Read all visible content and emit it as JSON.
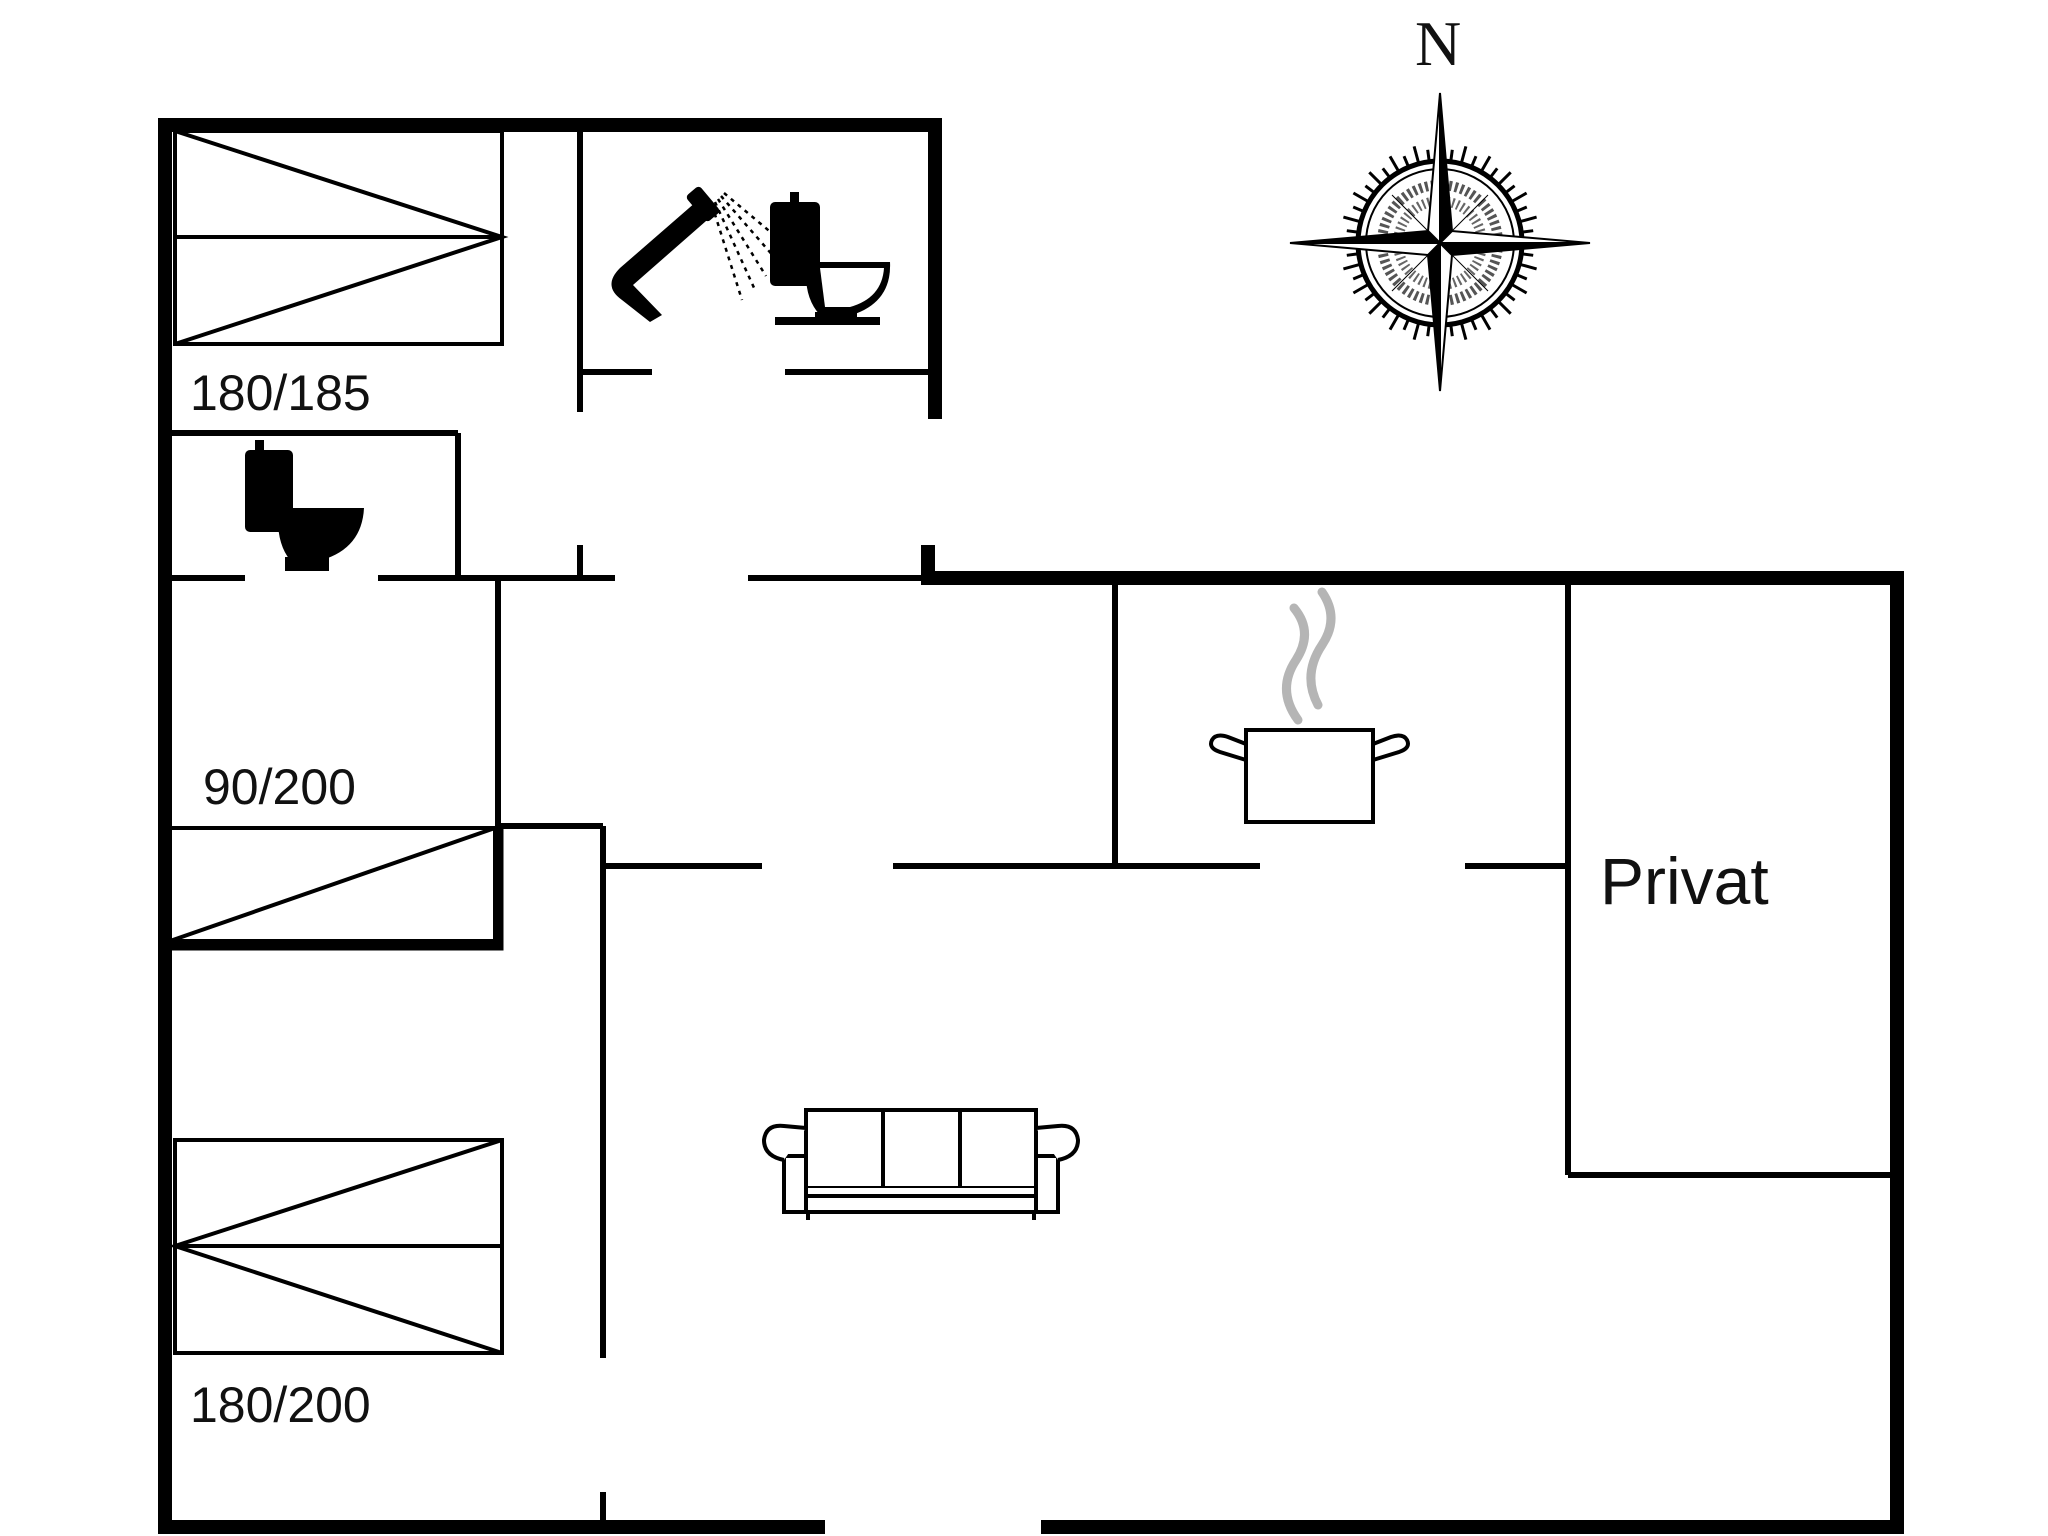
{
  "compass": {
    "north_label": "N"
  },
  "beds": [
    {
      "label": "180/185"
    },
    {
      "label": "90/200"
    },
    {
      "label": "180/200"
    }
  ],
  "rooms": {
    "private_label": "Privat"
  },
  "icons": [
    "shower-icon",
    "toilet-icon",
    "cooking-pot-icon",
    "sofa-icon",
    "compass-rose-icon",
    "bed-icon"
  ],
  "colors": {
    "line": "#000000",
    "steam": "#b5b5b5",
    "background": "#ffffff"
  }
}
